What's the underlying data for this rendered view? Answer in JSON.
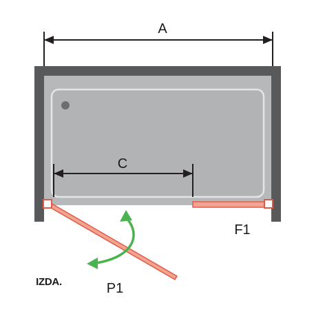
{
  "labels": {
    "width_a": "A",
    "opening_c": "C",
    "fixed_panel": "F1",
    "door_panel": "P1",
    "side": "IZDA."
  },
  "colors": {
    "frame": "#58595b",
    "tray": "#b7b8ba",
    "tray_inner": "#b2b3b5",
    "tray_edge": "#e4e5e6",
    "drain": "#6d6e70",
    "glass": "#f2a48f",
    "glass_edge": "#e05a4a",
    "arrow": "#4ab24e",
    "dimension": "#231f20"
  },
  "icons": {
    "swing": "curved-double-arrow-icon",
    "hinge": "hinge-square-icon",
    "drain": "drain-dot-icon"
  }
}
